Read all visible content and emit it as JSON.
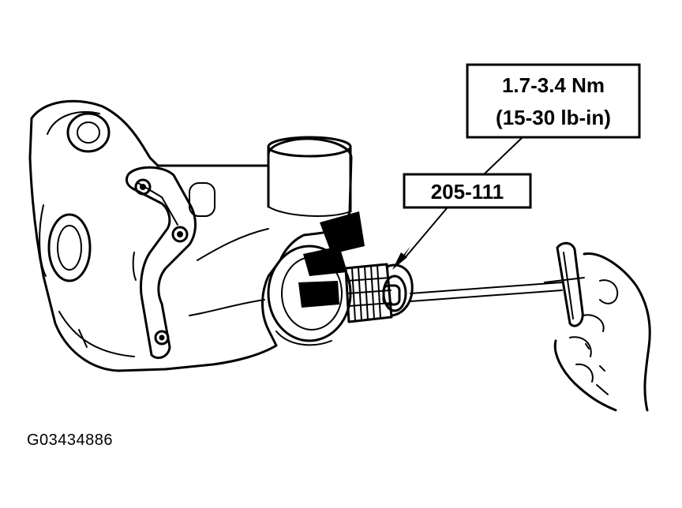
{
  "callouts": {
    "torque_line1": "1.7-3.4 Nm",
    "torque_line2": "(15-30 lb-in)",
    "tool_number": "205-111"
  },
  "figure_id": "G03434886",
  "colors": {
    "ink": "#000000",
    "background": "#ffffff"
  }
}
